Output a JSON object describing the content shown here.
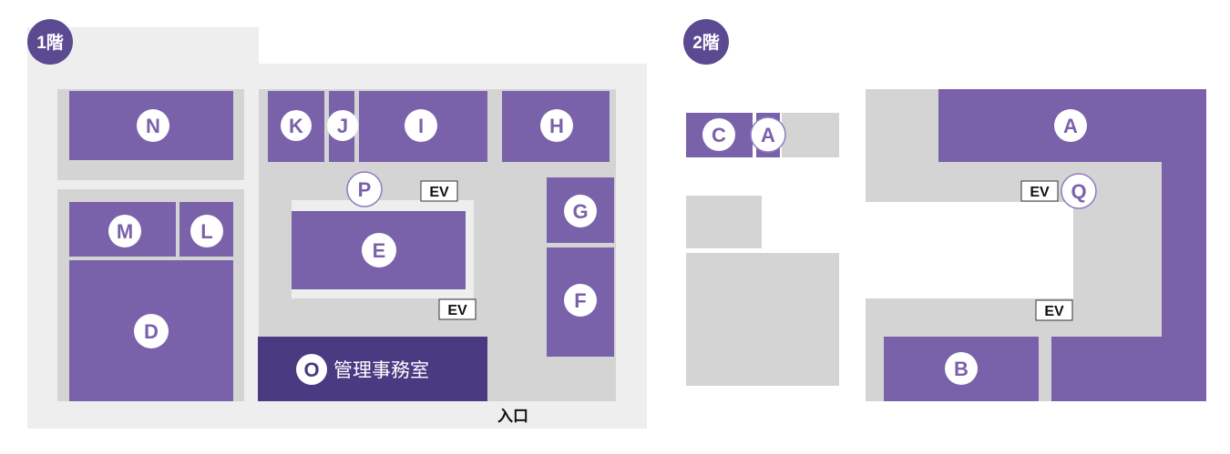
{
  "colors": {
    "tenant": "#7a62ab",
    "office": "#4a3a82",
    "corridor": "#d4d4d4",
    "outer": "#eeeeee",
    "badge": "#5b4a92",
    "marker_border": "#8f7cc0"
  },
  "floor1": {
    "badge": "1階",
    "entrance_label": "入口",
    "office_marker": "O",
    "office_label": "管理事務室",
    "ev_label": "EV",
    "markers": {
      "N": "N",
      "K": "K",
      "J": "J",
      "I": "I",
      "H": "H",
      "M": "M",
      "L": "L",
      "D": "D",
      "E": "E",
      "G": "G",
      "F": "F",
      "P": "P"
    }
  },
  "floor2": {
    "badge": "2階",
    "ev_label": "EV",
    "markers": {
      "C": "C",
      "A_small": "A",
      "A_large": "A",
      "B": "B",
      "Q": "Q"
    }
  }
}
